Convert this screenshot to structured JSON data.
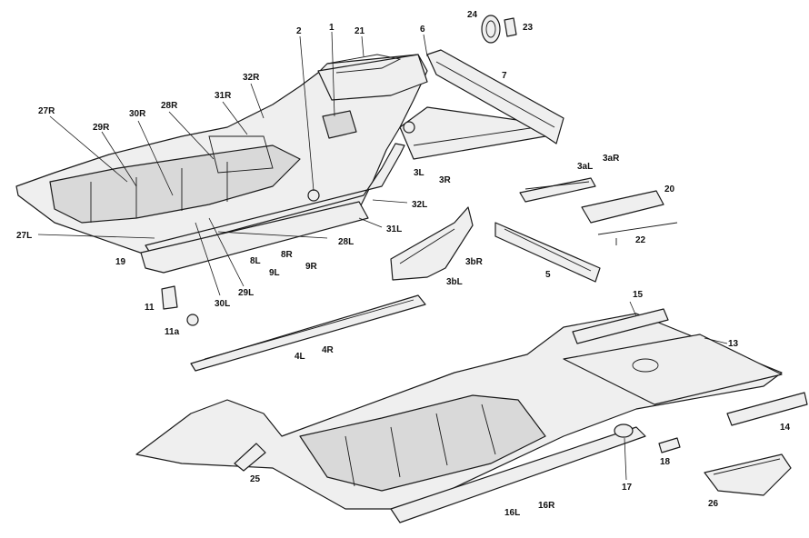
{
  "diagram": {
    "labels": {
      "l1": "1",
      "l2": "2",
      "l21": "21",
      "l6": "6",
      "l24": "24",
      "l23": "23",
      "l7": "7",
      "l27R": "27R",
      "l29R": "29R",
      "l30R": "30R",
      "l28R": "28R",
      "l31R": "31R",
      "l32R": "32R",
      "l3L": "3L",
      "l3R": "3R",
      "l3aL": "3aL",
      "l3aR": "3aR",
      "l20": "20",
      "l22": "22",
      "l32L": "32L",
      "l31L": "31L",
      "l28L": "28L",
      "l27L": "27L",
      "l19": "19",
      "l8R": "8R",
      "l8L": "8L",
      "l9R": "9R",
      "l9L": "9L",
      "l29L": "29L",
      "l30L": "30L",
      "l3bR": "3bR",
      "l3bL": "3bL",
      "l5": "5",
      "l11": "11",
      "l11a": "11a",
      "l4R": "4R",
      "l4L": "4L",
      "l15": "15",
      "l13": "13",
      "l14": "14",
      "l25": "25",
      "l17": "17",
      "l18": "18",
      "l26": "26",
      "l16L": "16L",
      "l16R": "16R"
    }
  }
}
